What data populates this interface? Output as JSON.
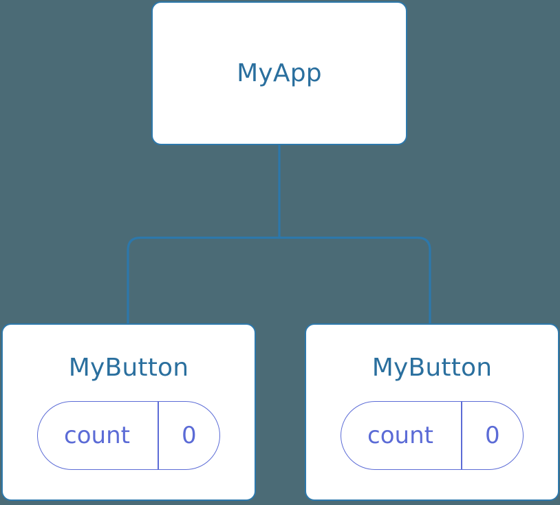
{
  "diagram": {
    "title": "component-tree",
    "background_color": "#4b6b76",
    "node_border_color": "#2d78ab",
    "node_fill_color": "#ffffff",
    "node_text_color": "#2a6f9e",
    "connector_color": "#2d78ab",
    "state_accent_color": "#5b6bd6",
    "root": {
      "label": "MyApp"
    },
    "children": [
      {
        "label": "MyButton",
        "state": {
          "key": "count",
          "value": "0"
        }
      },
      {
        "label": "MyButton",
        "state": {
          "key": "count",
          "value": "0"
        }
      }
    ]
  }
}
